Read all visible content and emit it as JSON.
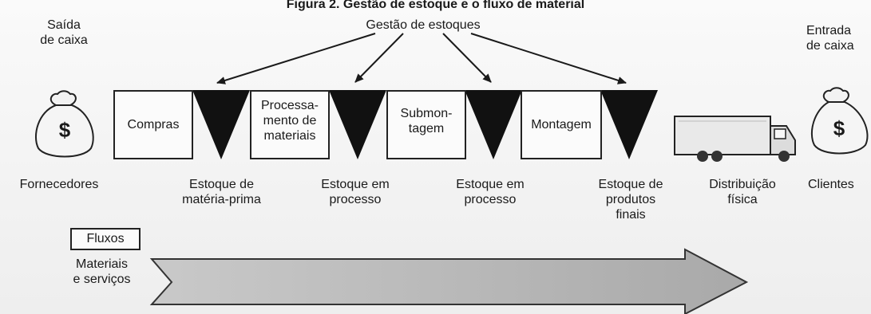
{
  "caption": "Figura 2. Gestão de estoque e o fluxo de material",
  "header": {
    "cash_out": "Saída\nde caixa",
    "management": "Gestão de estoques",
    "cash_in": "Entrada\nde caixa"
  },
  "processes": [
    {
      "label": "Compras"
    },
    {
      "label": "Processa-\nmento de\nmateriais"
    },
    {
      "label": "Submon-\ntagem"
    },
    {
      "label": "Montagem"
    }
  ],
  "stocks": [
    {
      "label": "Estoque de\nmatéria-prima"
    },
    {
      "label": "Estoque em\nprocesso"
    },
    {
      "label": "Estoque em\nprocesso"
    },
    {
      "label": "Estoque de\nprodutos\nfinais"
    }
  ],
  "ends": {
    "suppliers": "Fornecedores",
    "distribution": "Distribuição\nfísica",
    "clients": "Clientes"
  },
  "money_symbol": "$",
  "legend": {
    "title": "Fluxos",
    "flow_label": "Materiais\ne serviços"
  },
  "icons": [
    "money-bag-icon",
    "truck-icon"
  ],
  "colors": {
    "ink": "#1a1a1a",
    "triangle": "#111111",
    "arrow": "#b5b5b5"
  }
}
